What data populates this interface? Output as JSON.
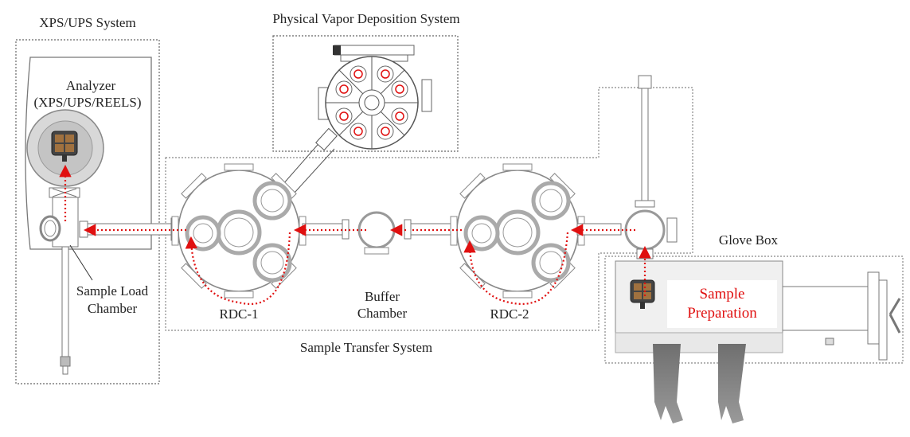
{
  "diagram": {
    "type": "vacuum-system-schematic",
    "systems": {
      "xps_ups": "XPS/UPS System",
      "pvd": "Physical Vapor Deposition System",
      "transfer": "Sample Transfer System",
      "glove_box": "Glove Box"
    },
    "components": {
      "analyzer_line1": "Analyzer",
      "analyzer_line2": "(XPS/UPS/REELS)",
      "load_chamber_line1": "Sample Load",
      "load_chamber_line2": "Chamber",
      "rdc1": "RDC-1",
      "buffer_line1": "Buffer",
      "buffer_line2": "Chamber",
      "rdc2": "RDC-2",
      "sample_prep_line1": "Sample",
      "sample_prep_line2": "Preparation"
    },
    "colors": {
      "line": "#555555",
      "transfer_path": "#e01010",
      "dotted_border": "#777777",
      "analyzer_fill": "#d8d8d8",
      "sample_plate": "#a0713f",
      "glove": "#8a8a8a"
    },
    "transfer_path_order": [
      "Glove Box",
      "RDC-2",
      "Buffer Chamber",
      "RDC-1",
      "Sample Load Chamber",
      "Analyzer"
    ]
  }
}
